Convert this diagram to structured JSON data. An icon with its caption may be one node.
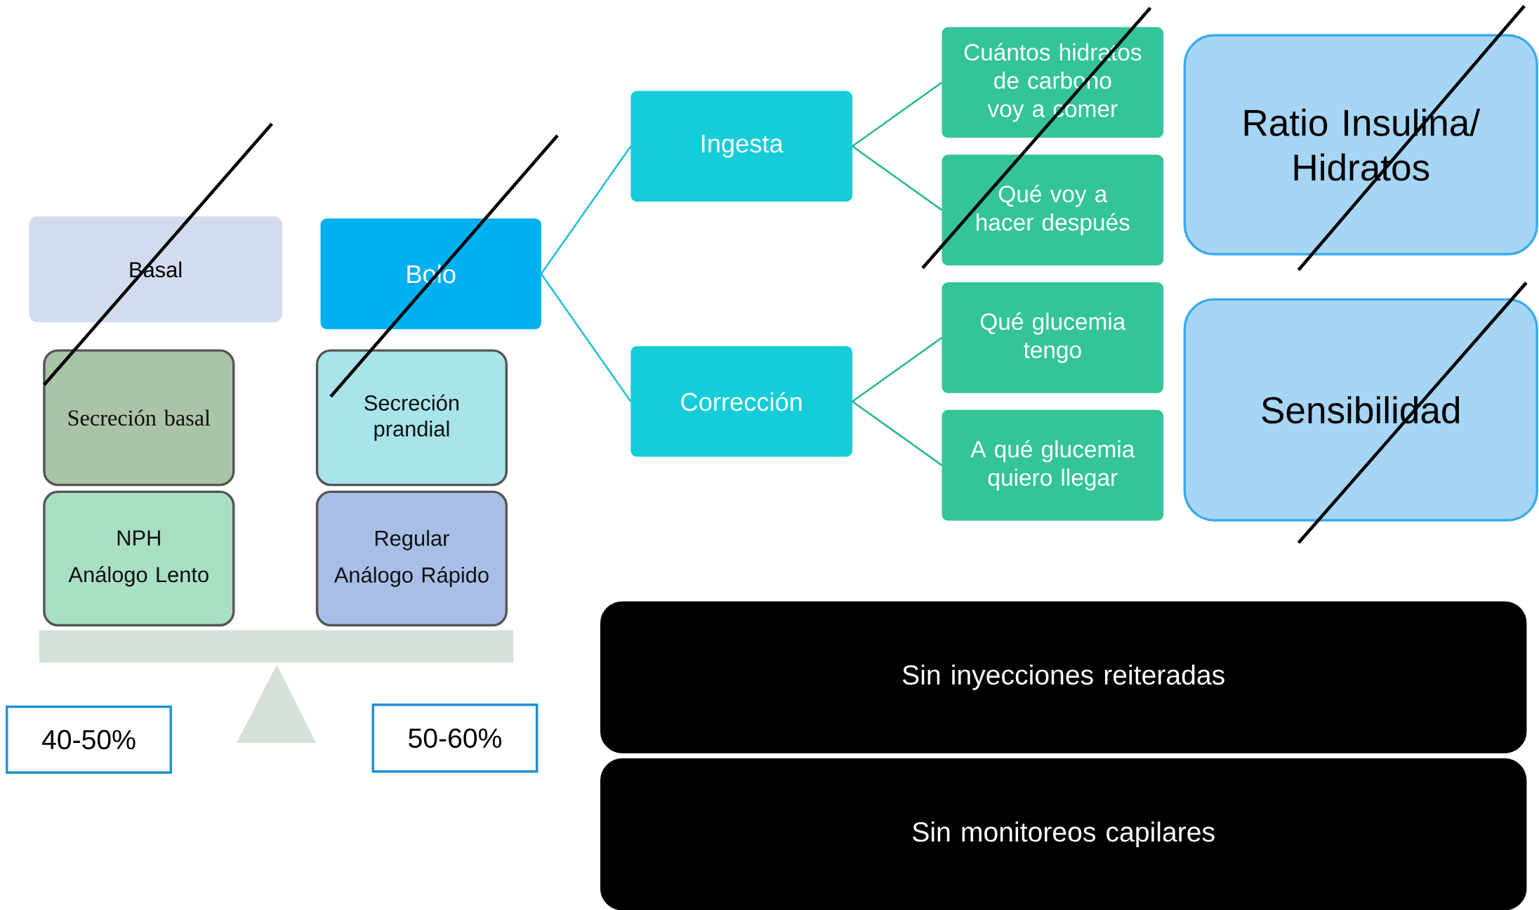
{
  "diagram": {
    "nodes": [
      {
        "text": [
          "Basal"
        ]
      },
      {
        "text": [
          "Bolo"
        ]
      },
      {
        "text": [
          "Secreción basal"
        ]
      },
      {
        "text": [
          "Secreción prandial"
        ]
      },
      {
        "text": [
          "NPH",
          "Análogo Lento"
        ]
      },
      {
        "text": [
          "Regular",
          "Análogo Rápido"
        ]
      },
      {
        "text": [
          "Ingesta"
        ]
      },
      {
        "text": [
          "Corrección"
        ]
      },
      {
        "text": [
          "Cuántos hidratos de carbono voy a comer"
        ]
      },
      {
        "text": [
          "Qué voy a hacer después"
        ]
      },
      {
        "text": [
          "Qué glucemia tengo"
        ]
      },
      {
        "text": [
          "A qué glucemia quiero llegar"
        ]
      },
      {
        "text": [
          "Ratio Insulina/ Hidratos"
        ]
      },
      {
        "text": [
          "Sensibilidad"
        ]
      },
      {
        "text": [
          "Sin inyecciones reiteradas"
        ]
      },
      {
        "text": [
          "Sin monitoreos capilares"
        ]
      },
      {
        "text": [
          "40-50%"
        ]
      },
      {
        "text": [
          "50-60%"
        ]
      }
    ],
    "edges": [
      {
        "from": 1,
        "to": 6,
        "arrow": "none",
        "color": "#22c0d8"
      },
      {
        "from": 1,
        "to": 7,
        "arrow": "none",
        "color": "#22c0d8"
      },
      {
        "from": 6,
        "to": 8,
        "arrow": "none"
      },
      {
        "from": 6,
        "to": 9,
        "arrow": "none"
      },
      {
        "from": 7,
        "to": 10,
        "arrow": "none"
      },
      {
        "from": 7,
        "to": 11,
        "arrow": "none"
      }
    ]
  }
}
